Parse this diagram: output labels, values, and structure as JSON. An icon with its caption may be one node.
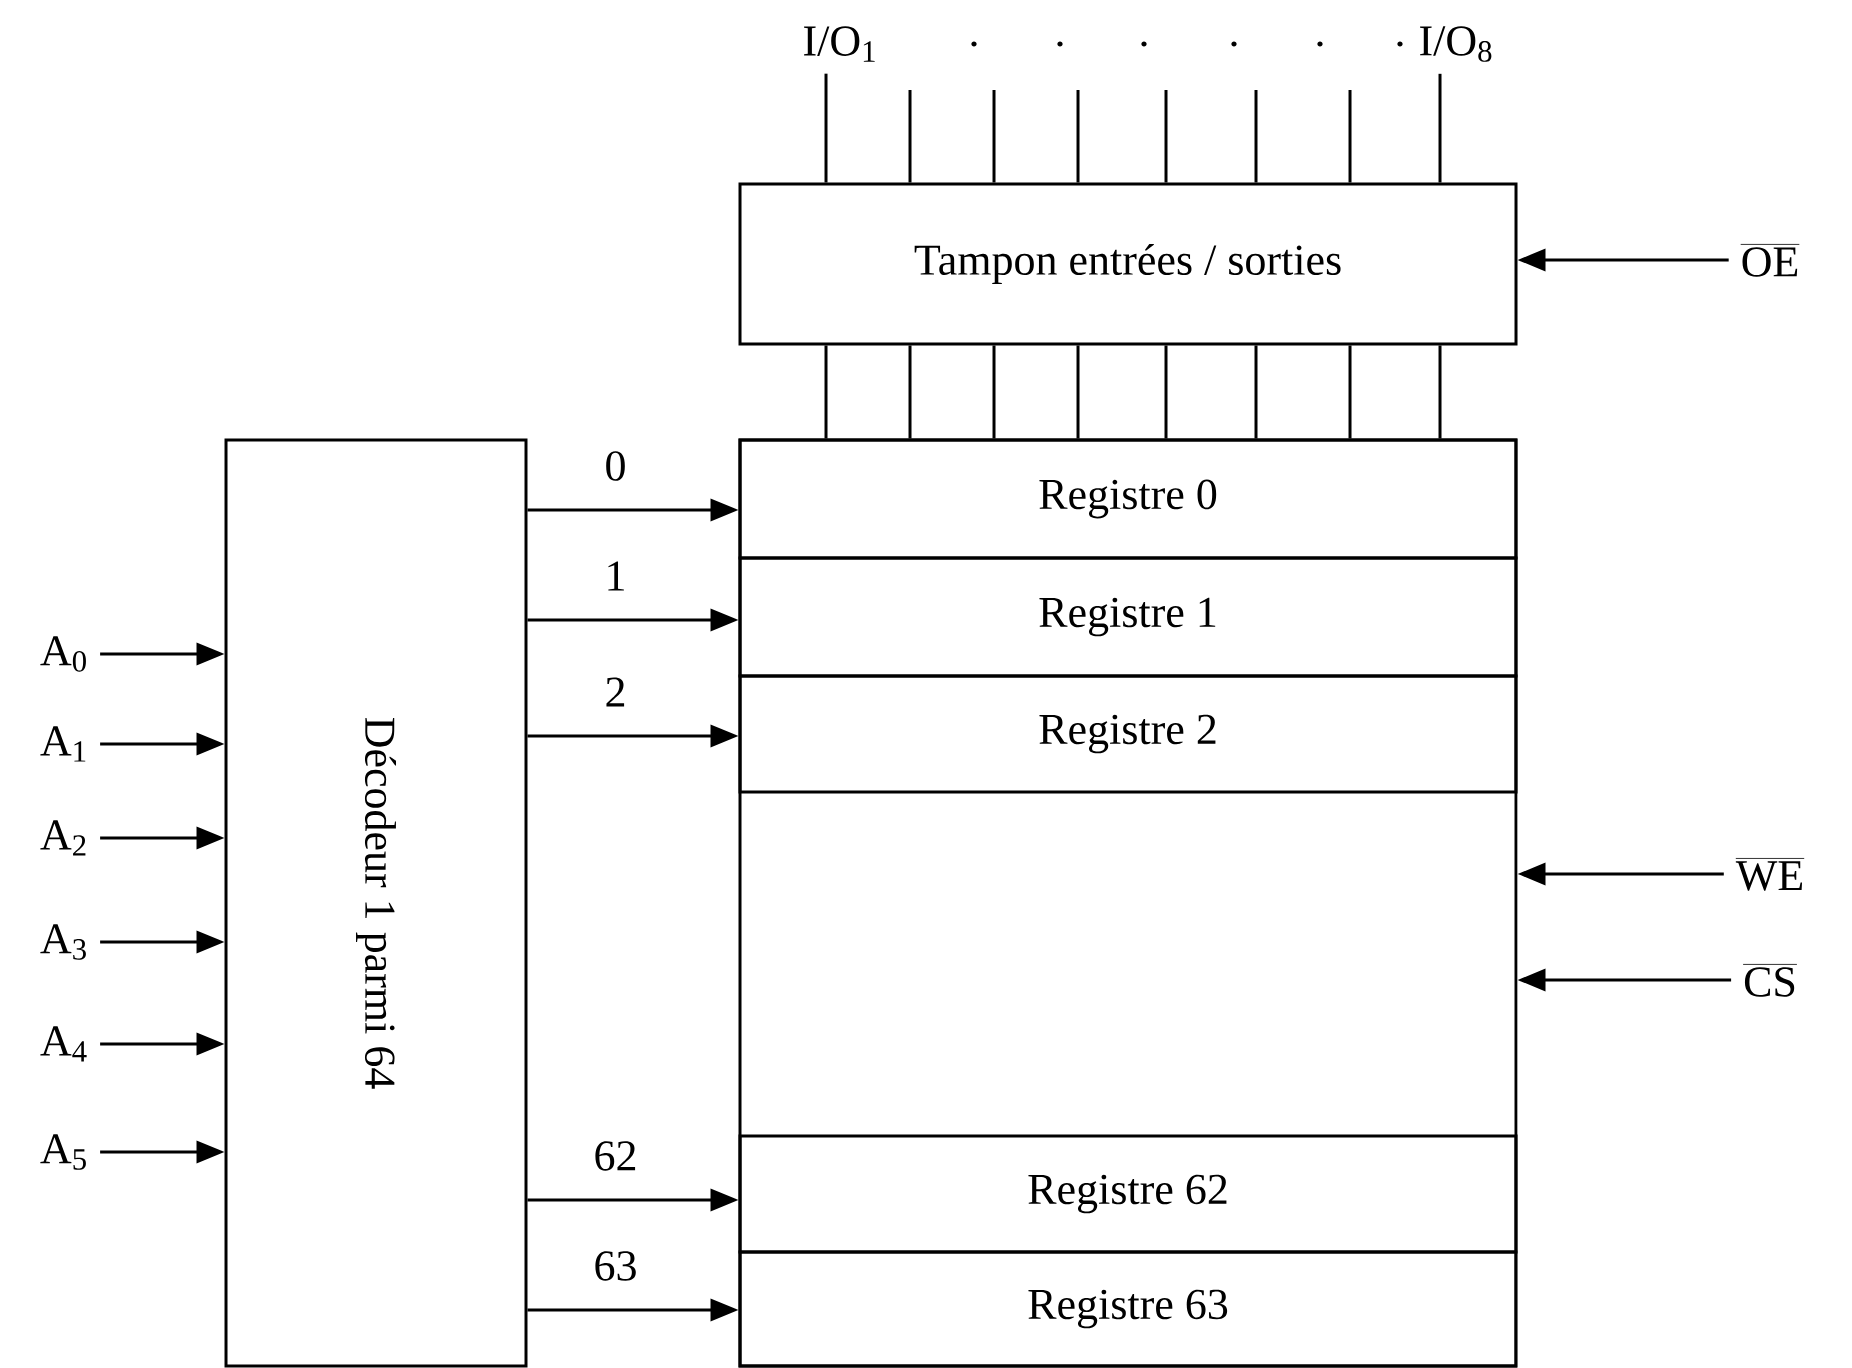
{
  "diagram": {
    "nodes": [
      {
        "text": [
          "I/O$_{1}$"
        ]
      },
      {
        "text": [
          "I/O$_{8}$"
        ]
      },
      {
        "text": [
          "Tampon entrées / sorties"
        ]
      },
      {
        "text": [
          "OE"
        ]
      },
      {
        "text": [
          "Décodeur 1 parmi 64"
        ]
      },
      {
        "text": [],
        "shape": "box"
      },
      {
        "text": [
          "Registre 0"
        ],
        "in": 5
      },
      {
        "text": [
          "Registre 1"
        ],
        "in": 5
      },
      {
        "text": [
          "Registre 2"
        ],
        "in": 5
      },
      {
        "text": [
          "Registre 62"
        ],
        "in": 5
      },
      {
        "text": [
          "Registre 63"
        ],
        "in": 5
      },
      {
        "text": [
          "A$_{0}$"
        ]
      },
      {
        "text": [
          "A$_{1}$"
        ]
      },
      {
        "text": [
          "A$_{2}$"
        ]
      },
      {
        "text": [
          "A$_{3}$"
        ]
      },
      {
        "text": [
          "A$_{4}$"
        ]
      },
      {
        "text": [
          "A$_{5}$"
        ]
      },
      {
        "text": [
          "WE"
        ]
      },
      {
        "text": [
          "CS"
        ]
      }
    ],
    "edges": [
      {
        "from": 0,
        "to": 2,
        "arrow": "none"
      },
      {
        "from": null,
        "to": 2,
        "arrow": "none"
      },
      {
        "from": null,
        "to": 2,
        "arrow": "none"
      },
      {
        "from": null,
        "to": 2,
        "arrow": "none"
      },
      {
        "from": null,
        "to": 2,
        "arrow": "none"
      },
      {
        "from": null,
        "to": 2,
        "arrow": "none"
      },
      {
        "from": null,
        "to": 2,
        "arrow": "none"
      },
      {
        "from": 1,
        "to": 2,
        "arrow": "none"
      },
      {
        "from": 2,
        "to": 5,
        "arrow": "none"
      },
      {
        "from": 2,
        "to": 5,
        "arrow": "none"
      },
      {
        "from": 2,
        "to": 5,
        "arrow": "none"
      },
      {
        "from": 2,
        "to": 5,
        "arrow": "none"
      },
      {
        "from": 2,
        "to": 5,
        "arrow": "none"
      },
      {
        "from": 2,
        "to": 5,
        "arrow": "none"
      },
      {
        "from": 2,
        "to": 5,
        "arrow": "none"
      },
      {
        "from": 2,
        "to": 5,
        "arrow": "none"
      },
      {
        "from": 3,
        "to": 2,
        "arrow": "to"
      },
      {
        "from": 4,
        "to": 6,
        "arrow": "to",
        "label": "0"
      },
      {
        "from": 4,
        "to": 7,
        "arrow": "to",
        "label": "1"
      },
      {
        "from": 4,
        "to": 8,
        "arrow": "to",
        "label": "2"
      },
      {
        "from": 4,
        "to": 9,
        "arrow": "to",
        "label": "62"
      },
      {
        "from": 4,
        "to": 10,
        "arrow": "to",
        "label": "63"
      },
      {
        "from": 11,
        "to": 4,
        "arrow": "to"
      },
      {
        "from": 12,
        "to": 4,
        "arrow": "to"
      },
      {
        "from": 13,
        "to": 4,
        "arrow": "to"
      },
      {
        "from": 14,
        "to": 4,
        "arrow": "to"
      },
      {
        "from": 15,
        "to": 4,
        "arrow": "to"
      },
      {
        "from": 16,
        "to": 4,
        "arrow": "to"
      },
      {
        "from": 17,
        "to": 5,
        "arrow": "to"
      },
      {
        "from": 18,
        "to": 5,
        "arrow": "to"
      }
    ],
    "labels": [
      ".",
      ".",
      ".",
      ".",
      ".",
      "."
    ]
  }
}
